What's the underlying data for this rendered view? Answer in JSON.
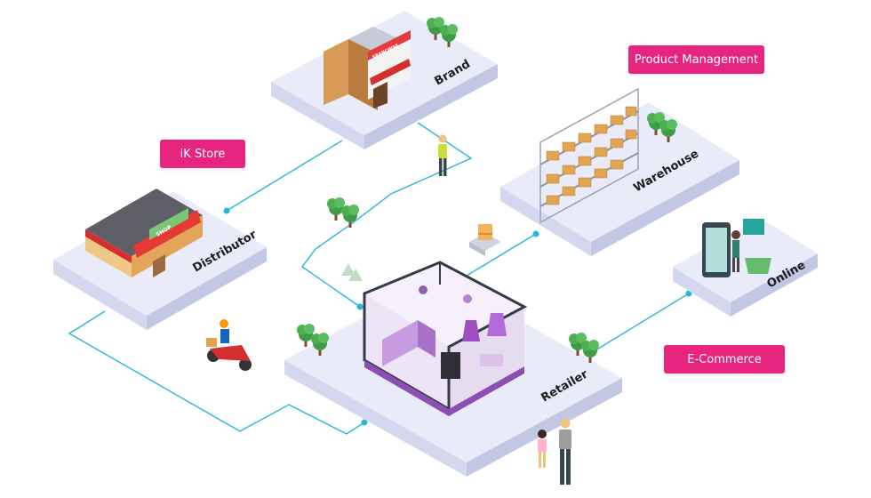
{
  "colors": {
    "accent": "#e7257f",
    "platform_top": "#e9ecf8",
    "platform_left": "#d3d8ee",
    "platform_right": "#c2c8e4",
    "connector": "#29b6d8"
  },
  "tags": {
    "ik_store": "iK Store",
    "product_management": "Product Management",
    "e_commerce": "E-Commerce"
  },
  "nodes": {
    "brand": "Brand",
    "distributor": "Distributor",
    "warehouse": "Warehouse",
    "online": "Online",
    "retailer": "Retailer"
  },
  "storefront_signs": {
    "shop": "SHOP",
    "franchise": "FRANCHISE"
  },
  "icons": [
    "building-icon",
    "shop-icon",
    "warehouse-shelves-icon",
    "mobile-shop-icon",
    "boutique-icon",
    "tree-icon",
    "delivery-scooter-icon",
    "worker-icon",
    "parcel-icon",
    "family-icon"
  ]
}
